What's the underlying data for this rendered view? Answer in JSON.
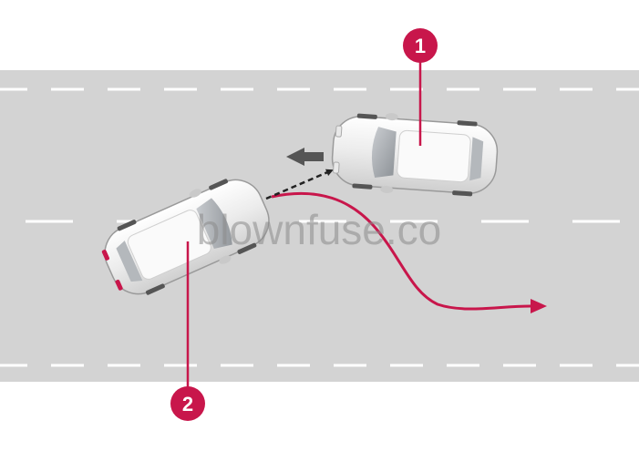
{
  "diagram": {
    "callouts": [
      {
        "number": "1"
      },
      {
        "number": "2"
      }
    ],
    "watermark": "blownfuse.co",
    "colors": {
      "road": "#d3d3d3",
      "lane_marking": "#ffffff",
      "path": "#c8164b",
      "callout": "#c8164b",
      "movement_arrow": "#555555",
      "car_body": "#f2f2f2"
    },
    "icons": [
      "car-icon",
      "arrow-left-icon",
      "arrow-right-icon"
    ]
  }
}
